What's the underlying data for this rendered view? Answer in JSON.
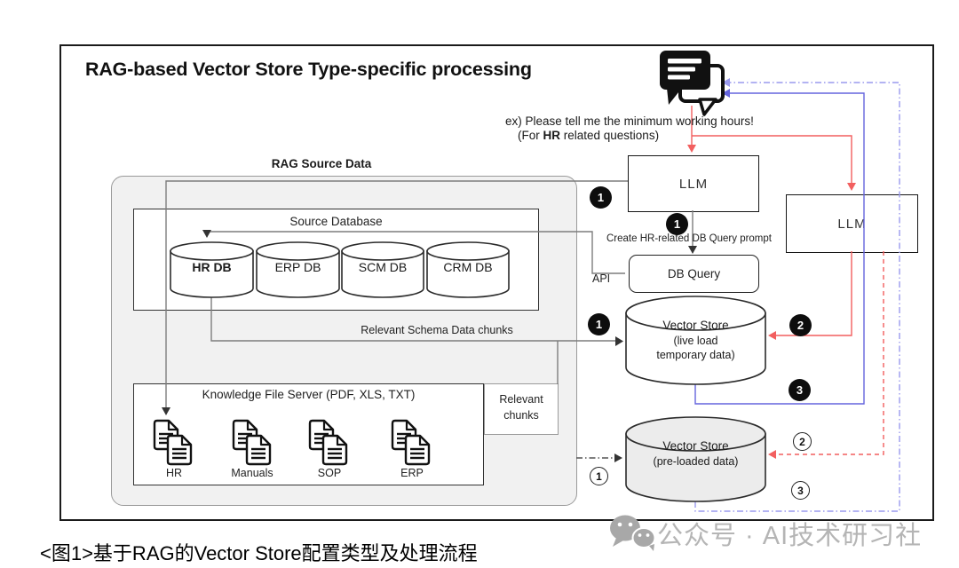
{
  "title": "RAG-based Vector Store Type-specific processing",
  "caption": "<图1>基于RAG的Vector Store配置类型及处理流程",
  "watermark": "公众号 · AI技术研习社",
  "query": {
    "line1": "ex) Please tell me the minimum working hours!",
    "line2_prefix": "(For ",
    "line2_bold": "HR",
    "line2_suffix": " related questions)"
  },
  "nodes": {
    "llm_left": "LLM",
    "llm_right": "LLM",
    "db_query": "DB Query",
    "rag_container": "RAG Source Data",
    "source_database": "Source Database",
    "source_dbs": [
      "HR DB",
      "ERP DB",
      "SCM DB",
      "CRM DB"
    ],
    "kfs": "Knowledge File Server (PDF, XLS, TXT)",
    "kfs_items": [
      "HR",
      "Manuals",
      "SOP",
      "ERP"
    ],
    "vs_live": [
      "Vector Store",
      "(live load",
      "temporary data)"
    ],
    "vs_pre": [
      "Vector Store",
      "(pre-loaded data)"
    ]
  },
  "labels": {
    "create_prompt": "Create HR-related DB Query prompt",
    "api": "API",
    "schema_chunks": "Relevant Schema Data chunks",
    "relevant_chunks_1": "Relevant",
    "relevant_chunks_2": "chunks"
  },
  "badges": {
    "one": "1",
    "two": "2",
    "three": "3"
  },
  "colors": {
    "red": "#f25f5f",
    "blue": "#6565dd",
    "blueD": "#9a9aee",
    "grey": "#7d7d7d"
  }
}
